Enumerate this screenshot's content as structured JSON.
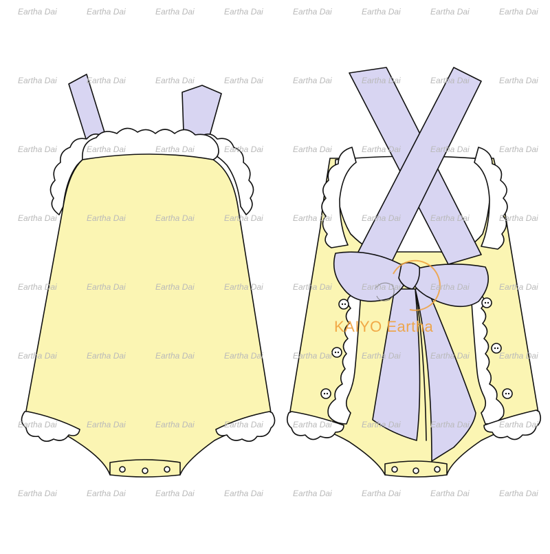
{
  "watermark": {
    "text": "Eartha Dai",
    "color": "#b9b9b9"
  },
  "logo": {
    "text": "KAIYO Eartha",
    "color": "#f0a13c"
  },
  "colors": {
    "body_fabric": "#fbf5b3",
    "straps_bow": "#d8d5f2",
    "ruffle": "#ffffff",
    "outline": "#111111"
  },
  "views": [
    "front-view",
    "back-view"
  ]
}
